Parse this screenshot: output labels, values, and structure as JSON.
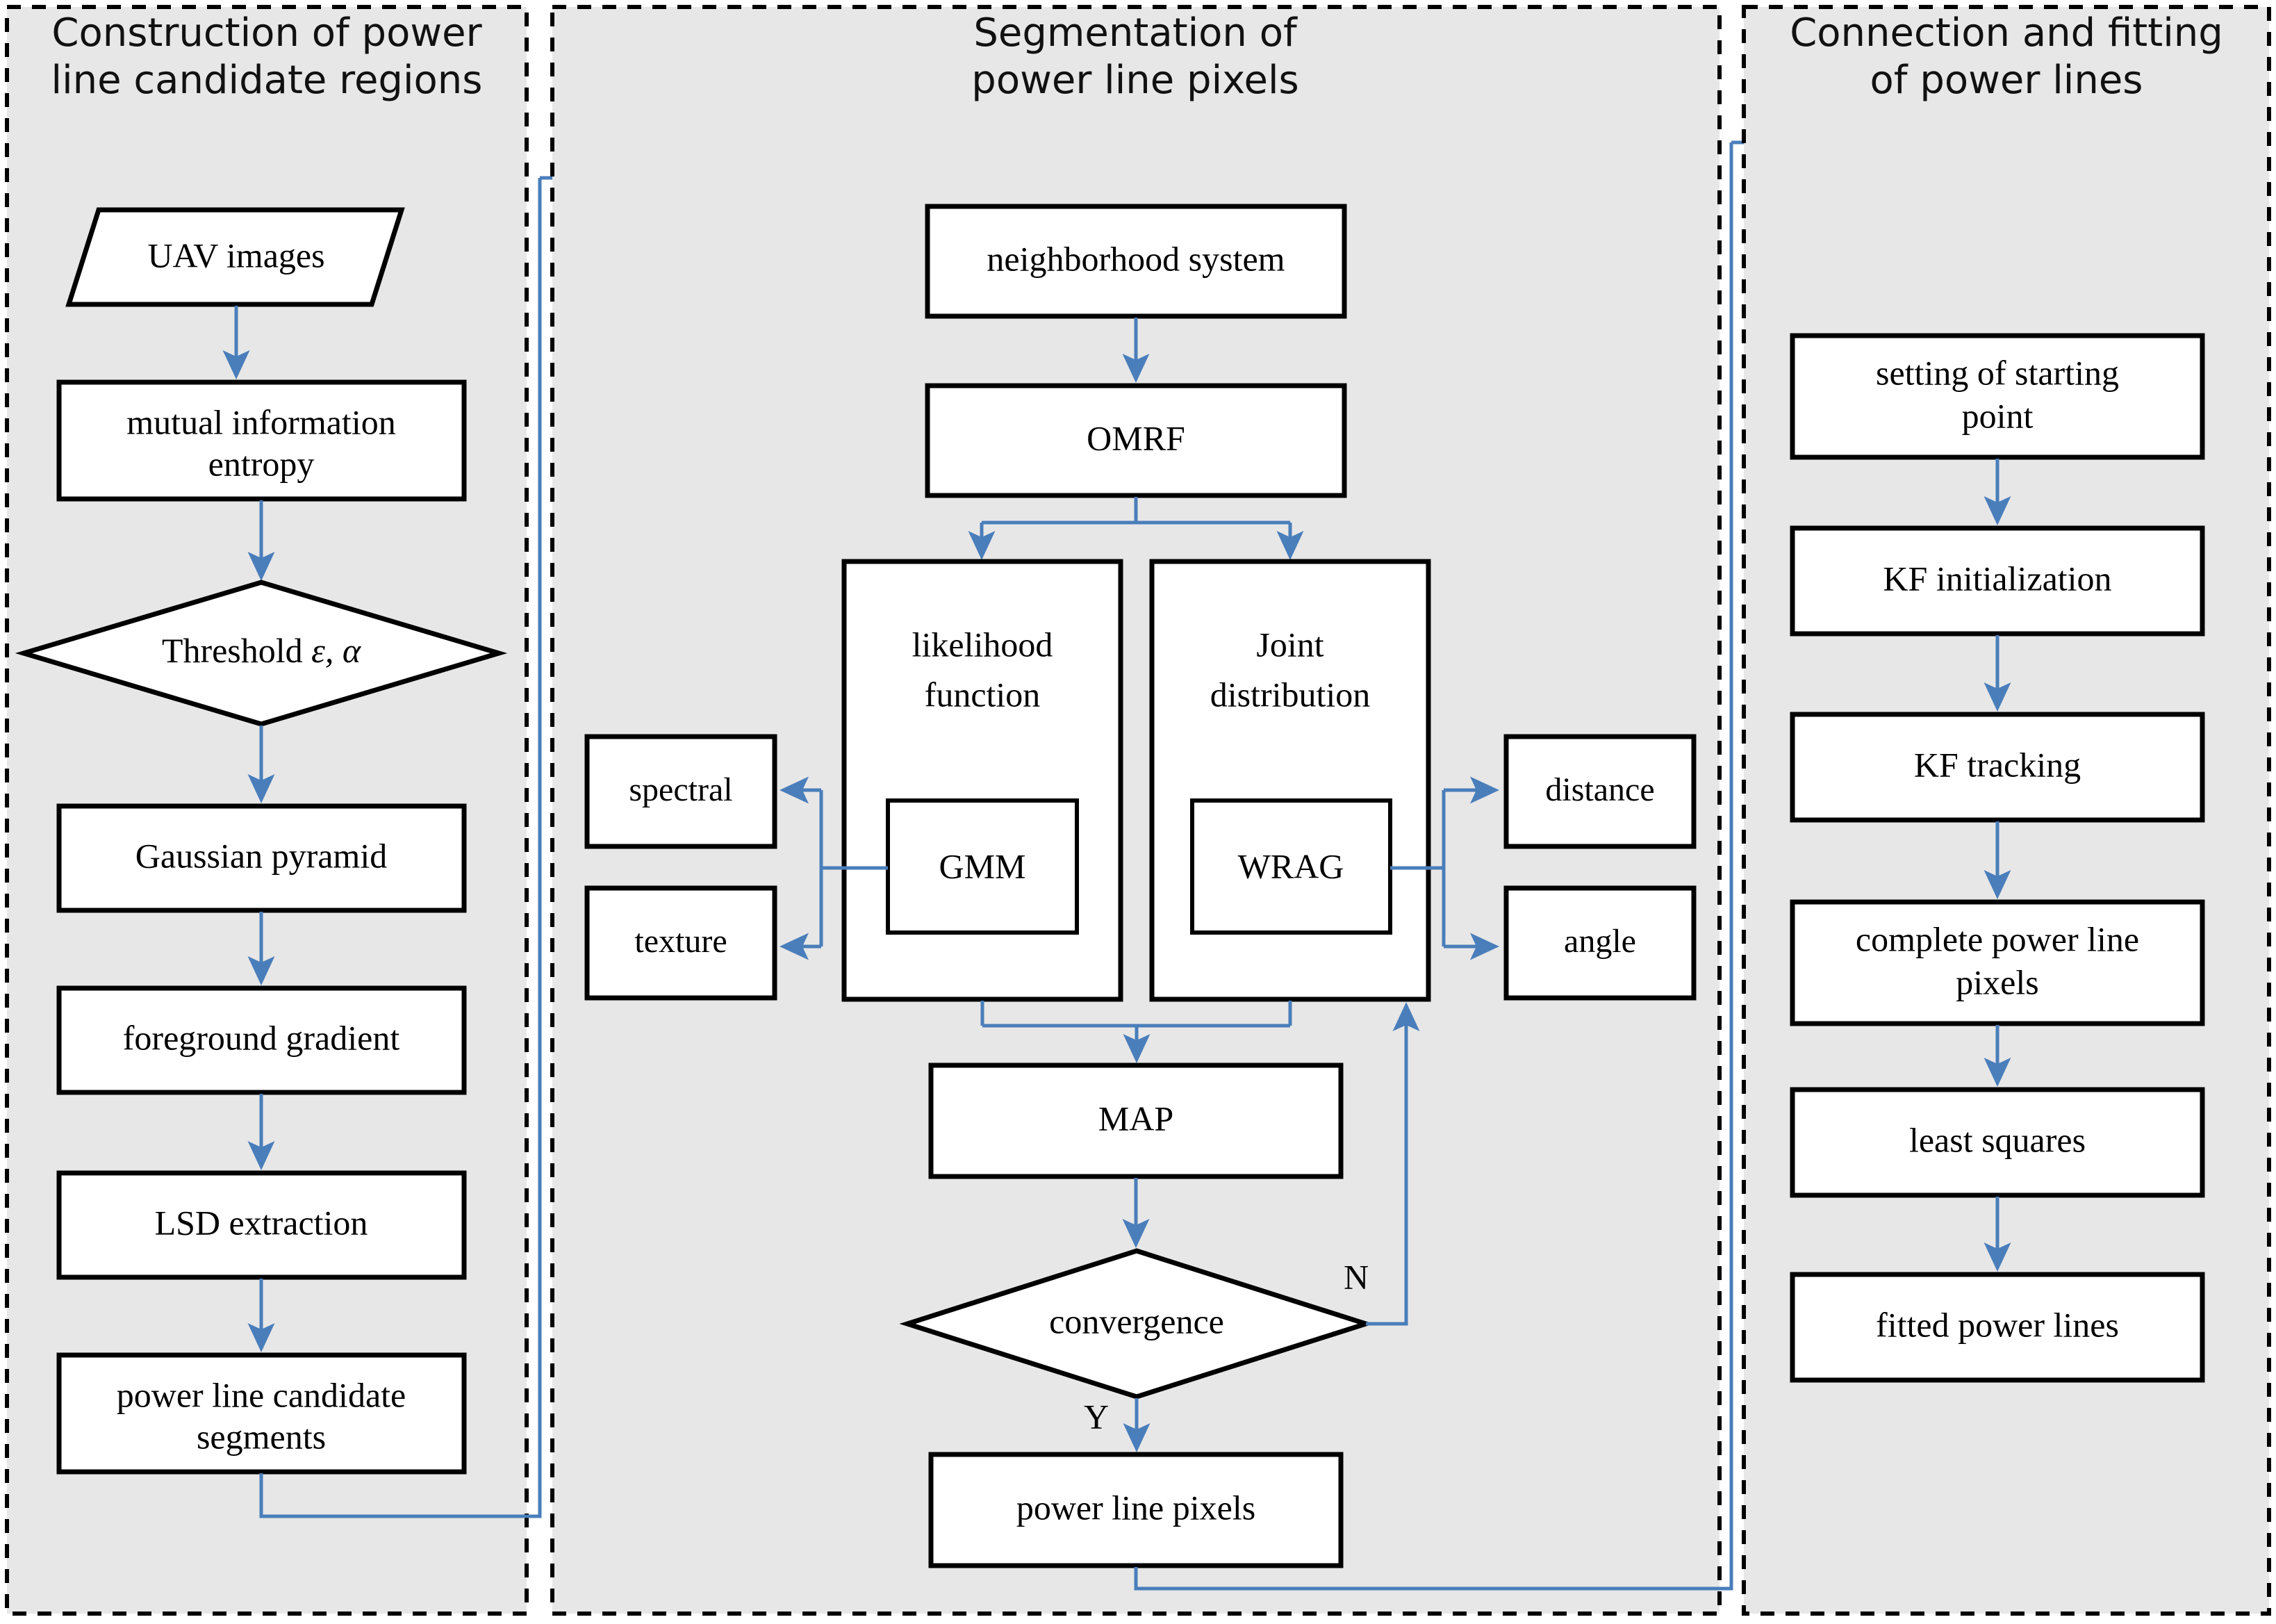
{
  "diagram": {
    "title": "Power line detection pipeline flowchart",
    "colors": {
      "panel_fill": "#e7e7e7",
      "panel_border": "#000000",
      "node_fill": "#ffffff",
      "node_border": "#000000",
      "connector": "#4a7ebb",
      "page_background": "#ffffff"
    }
  },
  "panels": [
    {
      "id": "panel-construction",
      "title_line1": "Construction of power",
      "title_line2": "line candidate regions"
    },
    {
      "id": "panel-segmentation",
      "title_line1": "Segmentation of",
      "title_line2": "power line pixels"
    },
    {
      "id": "panel-connection",
      "title_line1": "Connection and fitting",
      "title_line2": "of power lines"
    }
  ],
  "nodes": {
    "uav_images": {
      "label": "UAV images",
      "shape": "parallelogram"
    },
    "mutual_information": {
      "line1": "mutual information",
      "line2": "entropy",
      "shape": "rect"
    },
    "threshold": {
      "label": "Threshold ",
      "greek": "ε, α",
      "shape": "diamond"
    },
    "gaussian_pyramid": {
      "label": "Gaussian pyramid",
      "shape": "rect"
    },
    "foreground_gradient": {
      "label": "foreground gradient",
      "shape": "rect"
    },
    "lsd_extraction": {
      "label": "LSD extraction",
      "shape": "rect"
    },
    "candidate_segments": {
      "line1": "power line candidate",
      "line2": "segments",
      "shape": "rect"
    },
    "neighborhood_system": {
      "label": "neighborhood system",
      "shape": "rect"
    },
    "omrf": {
      "label": "OMRF",
      "shape": "rect"
    },
    "likelihood_function": {
      "line1": "likelihood",
      "line2": "function",
      "shape": "rect"
    },
    "joint_distribution": {
      "line1": "Joint",
      "line2": "distribution",
      "shape": "rect"
    },
    "gmm": {
      "label": "GMM",
      "shape": "rect"
    },
    "wrag": {
      "label": "WRAG",
      "shape": "rect"
    },
    "spectral": {
      "label": "spectral",
      "shape": "rect"
    },
    "texture": {
      "label": "texture",
      "shape": "rect"
    },
    "distance": {
      "label": "distance",
      "shape": "rect"
    },
    "angle": {
      "label": "angle",
      "shape": "rect"
    },
    "map": {
      "label": "MAP",
      "shape": "rect"
    },
    "convergence": {
      "label": "convergence",
      "shape": "diamond"
    },
    "power_line_pixels": {
      "label": "power line pixels",
      "shape": "rect"
    },
    "setting_starting_point": {
      "line1": "setting of starting",
      "line2": "point",
      "shape": "rect"
    },
    "kf_initialization": {
      "label": "KF initialization",
      "shape": "rect"
    },
    "kf_tracking": {
      "label": "KF tracking",
      "shape": "rect"
    },
    "complete_pixels": {
      "line1": "complete power line",
      "line2": "pixels",
      "shape": "rect"
    },
    "least_squares": {
      "label": "least squares",
      "shape": "rect"
    },
    "fitted_power_lines": {
      "label": "fitted power lines",
      "shape": "rect"
    }
  },
  "edge_labels": {
    "convergence_no": "N",
    "convergence_yes": "Y"
  }
}
